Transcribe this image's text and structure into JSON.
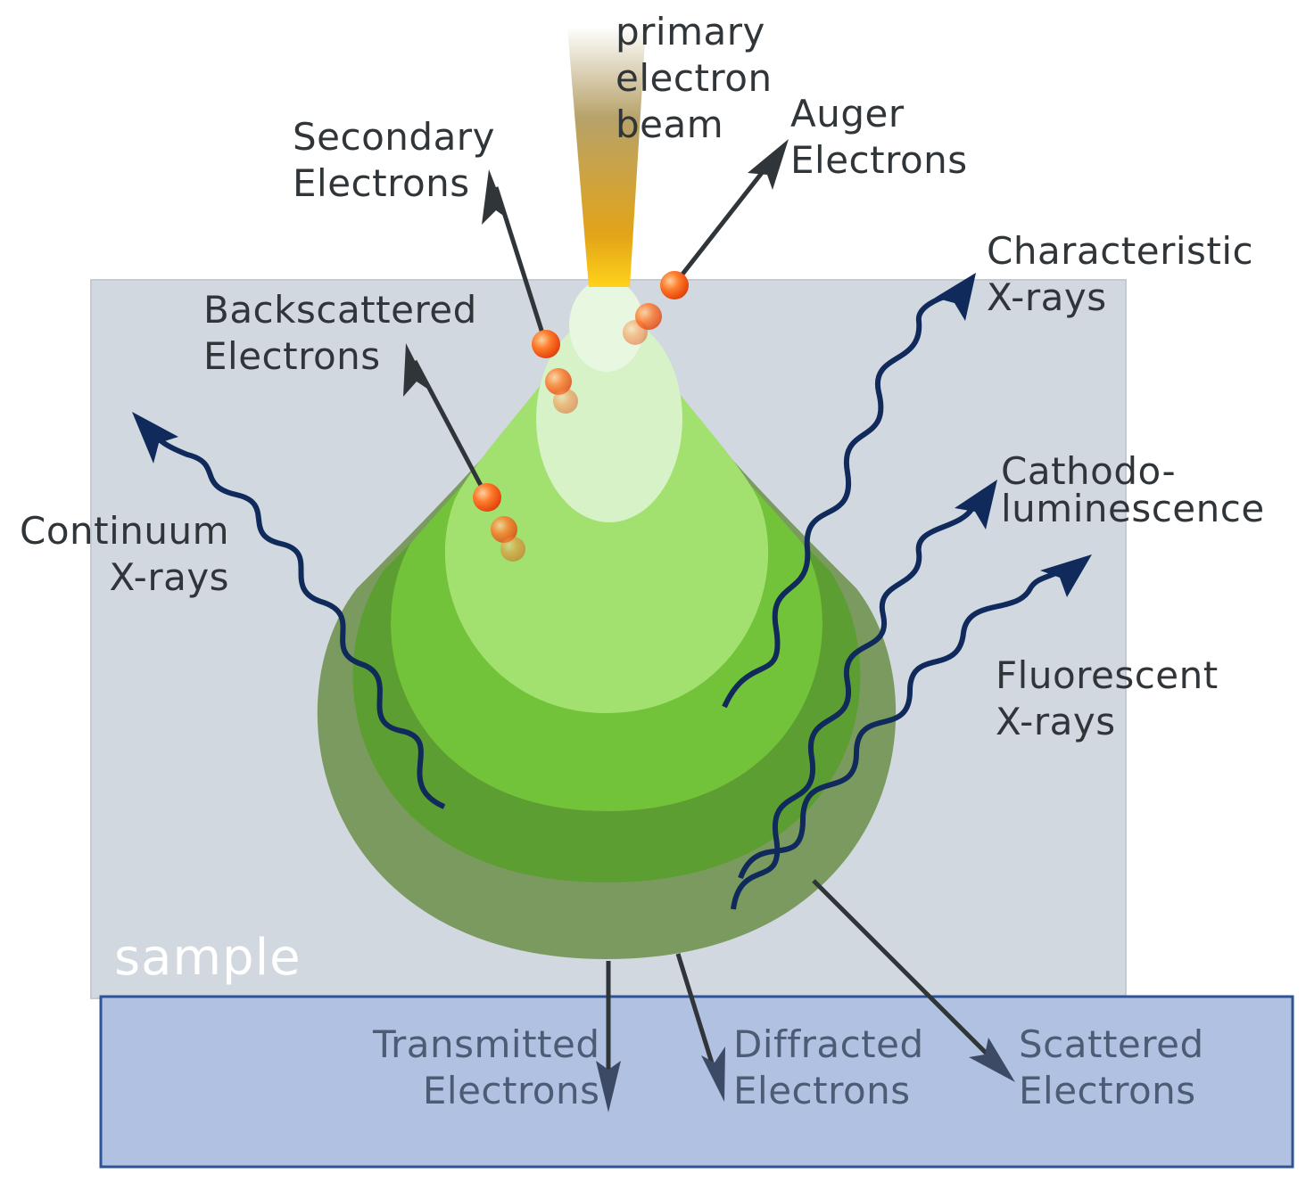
{
  "labels": {
    "primary_beam": "primary\nelectron\nbeam",
    "secondary": "Secondary\nElectrons",
    "auger": "Auger\nElectrons",
    "characteristic": "Characteristic\nX-rays",
    "backscattered": "Backscattered\nElectrons",
    "continuum": "Continuum\nX-rays",
    "cathodo": "Cathodo-\nluminescence",
    "fluorescent": "Fluorescent\nX-rays",
    "sample": "sample",
    "transmitted": "Transmitted\nElectrons",
    "diffracted": "Diffracted\nElectrons",
    "scattered": "Scattered\nElectrons"
  },
  "colors": {
    "sample": "#d2d8df",
    "detector": "#b1c1e1",
    "detector_border": "#2e5396",
    "volume_outer": "#7a9a5f",
    "volume_mid": "#5d9e32",
    "volume_inner": "#72c33a",
    "volume_light": "#a2e070",
    "volume_core": "#d6f2c6",
    "xray_wave": "#102a5c",
    "electron": "#ff6a1a",
    "arrow_dark": "#2f3538",
    "arrow_detector": "#3d4a66"
  }
}
